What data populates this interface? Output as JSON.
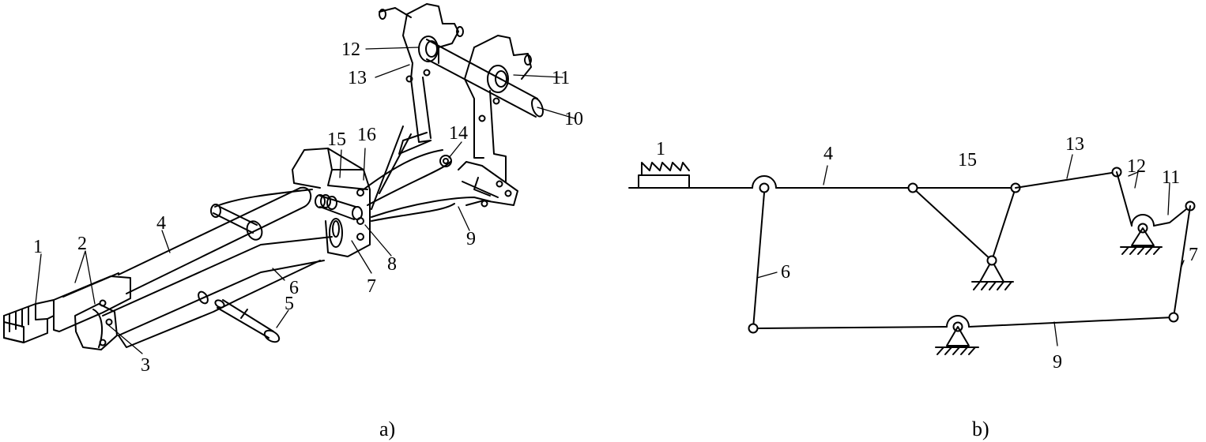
{
  "figure_a": {
    "caption": "a)",
    "labels": {
      "part_1": "1",
      "part_2": "2",
      "part_3": "3",
      "part_4": "4",
      "part_5": "5",
      "part_6": "6",
      "part_7": "7",
      "part_8": "8",
      "part_9": "9",
      "part_10": "10",
      "part_11": "11",
      "part_12": "12",
      "part_13": "13",
      "part_14": "14",
      "part_15": "15",
      "part_16": "16"
    }
  },
  "figure_b": {
    "caption": "b)",
    "labels": {
      "part_1": "1",
      "link_4": "4",
      "link_6": "6",
      "link_7": "7",
      "link_9": "9",
      "link_11": "11",
      "link_12": "12",
      "link_13": "13",
      "link_15": "15"
    }
  }
}
